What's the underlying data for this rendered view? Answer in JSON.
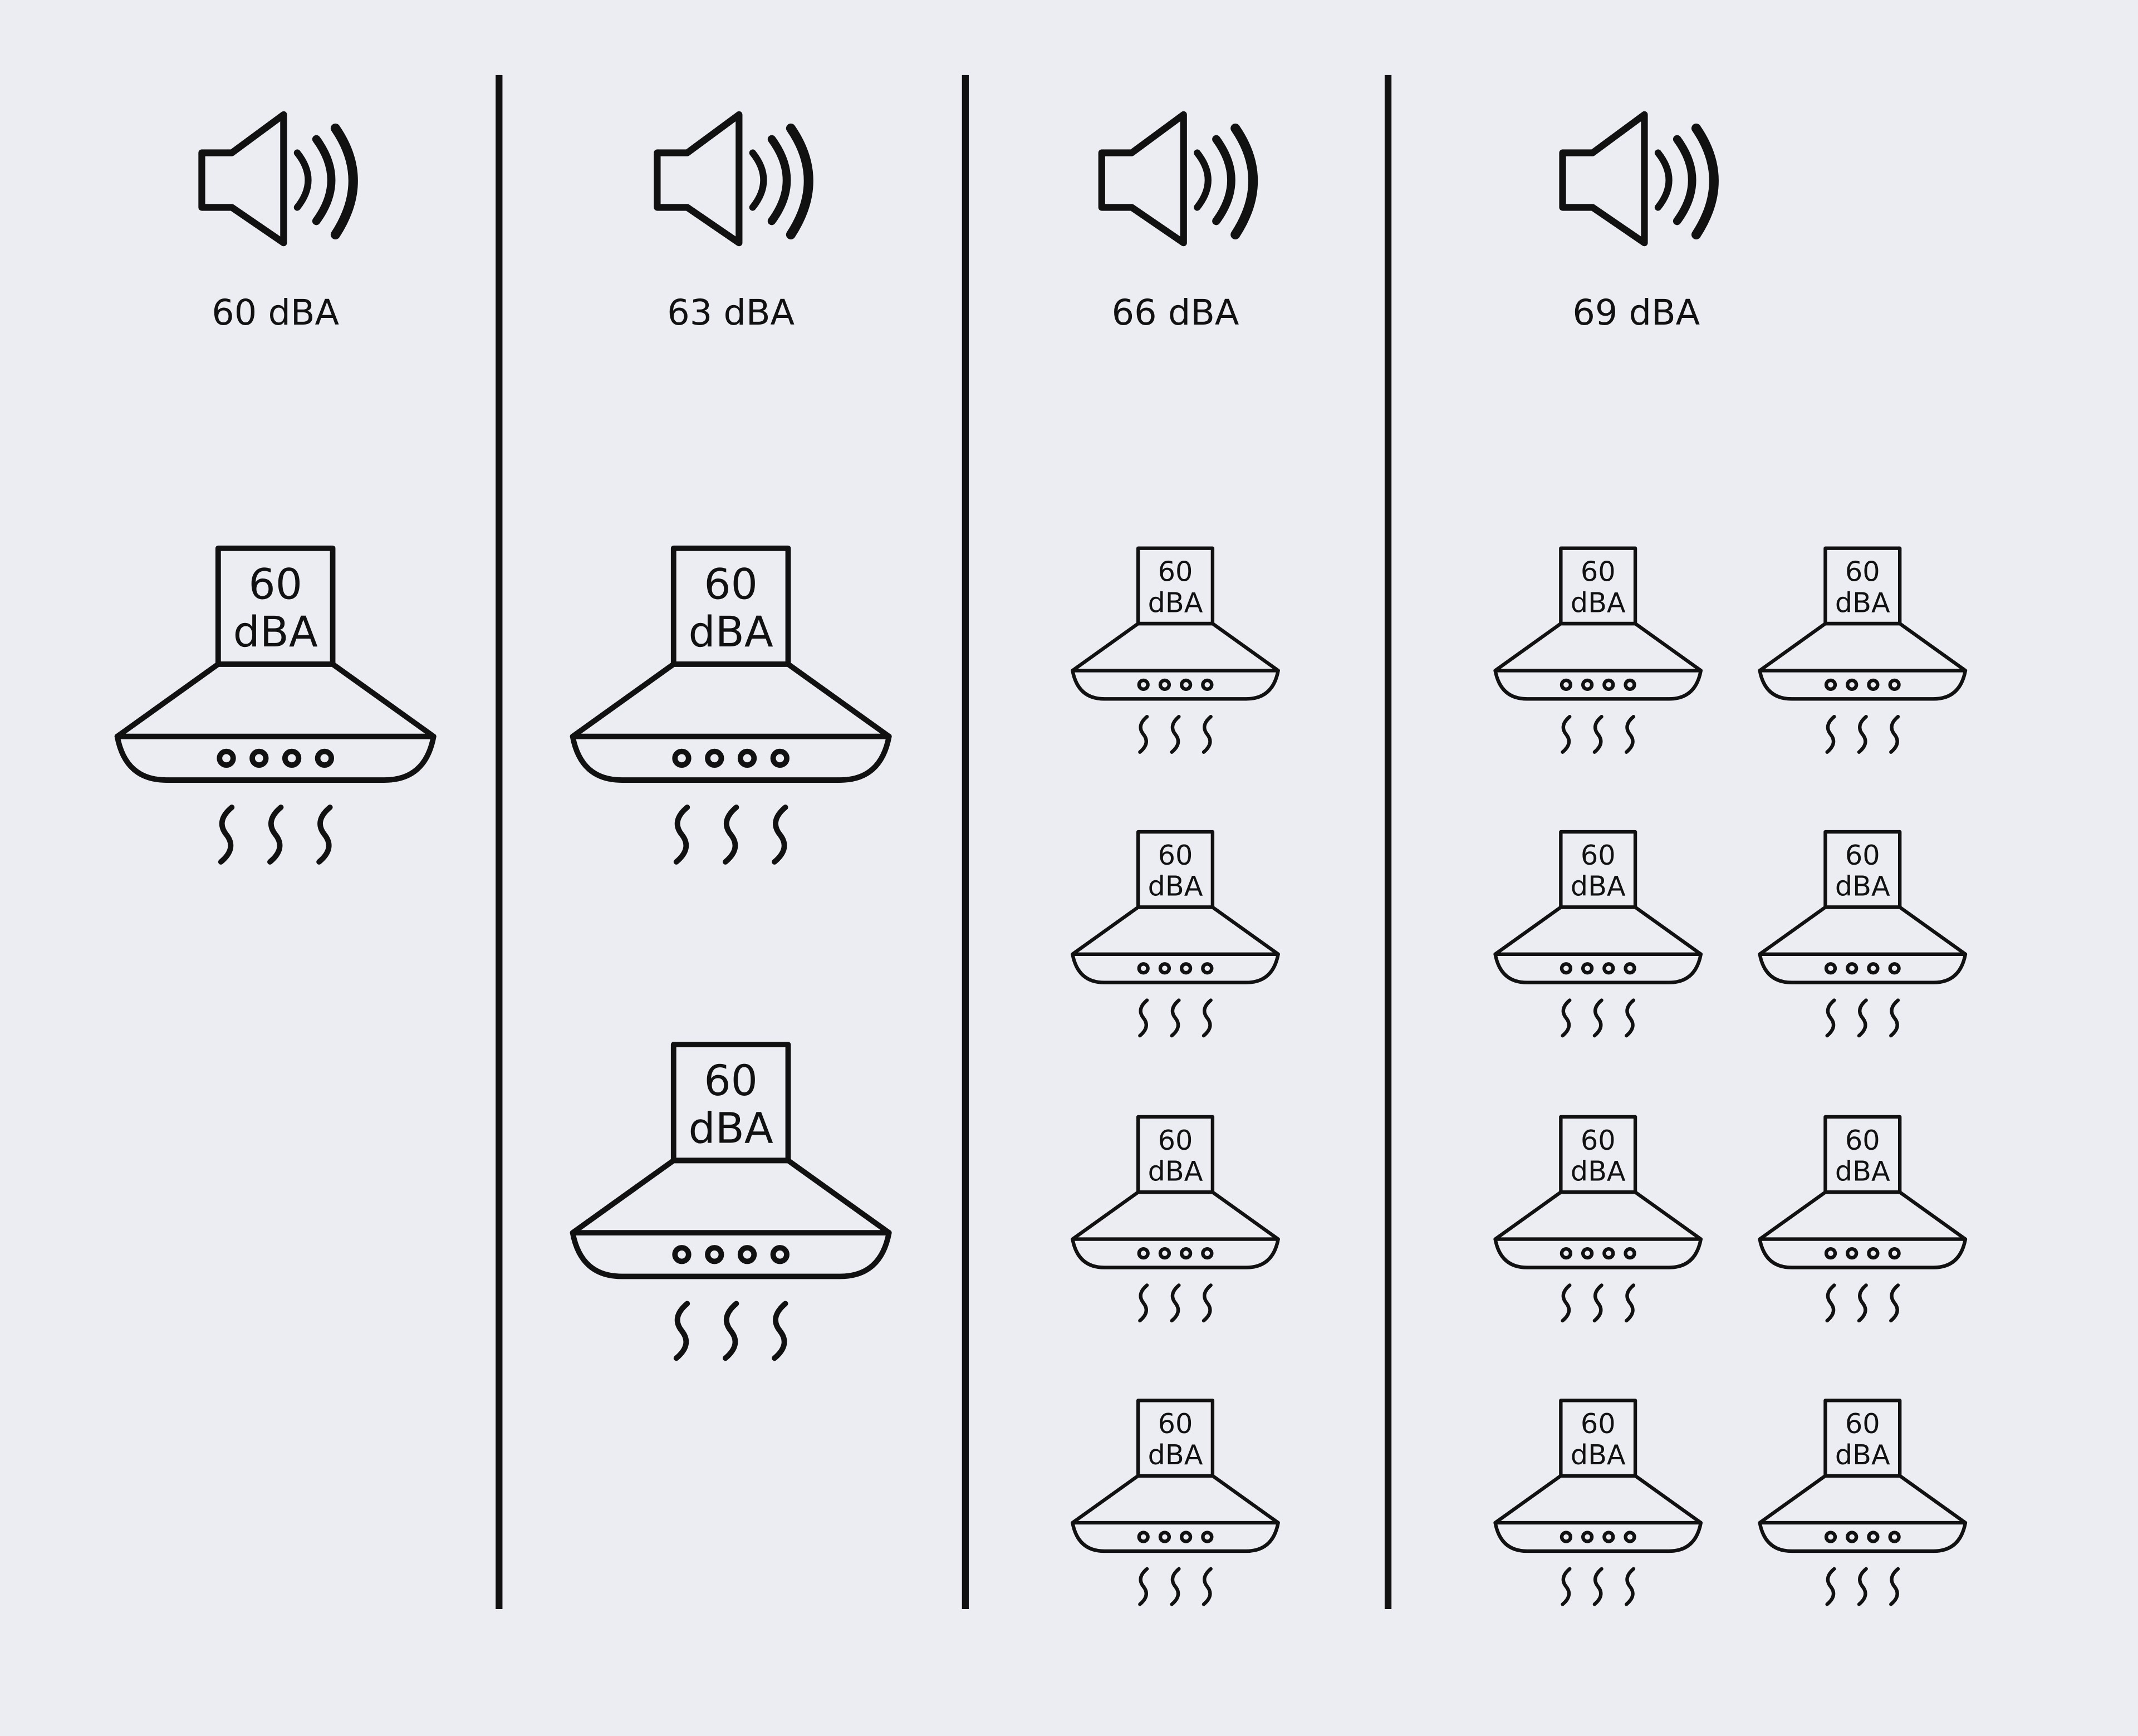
{
  "columns": [
    {
      "label": "60 dBA",
      "hood_count": 1
    },
    {
      "label": "63 dBA",
      "hood_count": 2
    },
    {
      "label": "66 dBA",
      "hood_count": 4
    },
    {
      "label": "69 dBA",
      "hood_count": 8
    }
  ],
  "hood_label": {
    "line1": "60",
    "line2": "dBA"
  },
  "icons": {
    "speaker": "speaker-volume-icon",
    "hood": "range-hood-icon"
  }
}
